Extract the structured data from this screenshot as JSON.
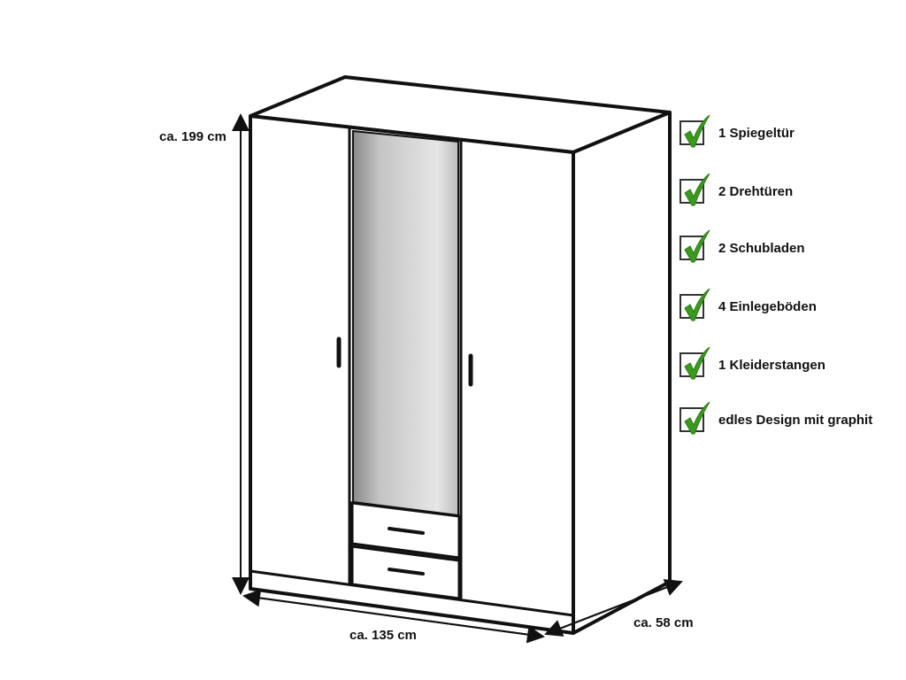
{
  "dimensions": {
    "height": "ca. 199 cm",
    "width": "ca. 135 cm",
    "depth": "ca. 58 cm"
  },
  "features": [
    {
      "label": "1 Spiegeltür",
      "icon": "checkmark-icon"
    },
    {
      "label": "2 Drehtüren",
      "icon": "checkmark-icon"
    },
    {
      "label": "2 Schubladen",
      "icon": "checkmark-icon"
    },
    {
      "label": "4 Einlegeböden",
      "icon": "checkmark-icon"
    },
    {
      "label": "1 Kleiderstangen",
      "icon": "checkmark-icon"
    },
    {
      "label": "edles Design mit graphit",
      "icon": "checkmark-icon"
    }
  ],
  "colors": {
    "check": "#3a9a1e",
    "line": "#111111"
  }
}
